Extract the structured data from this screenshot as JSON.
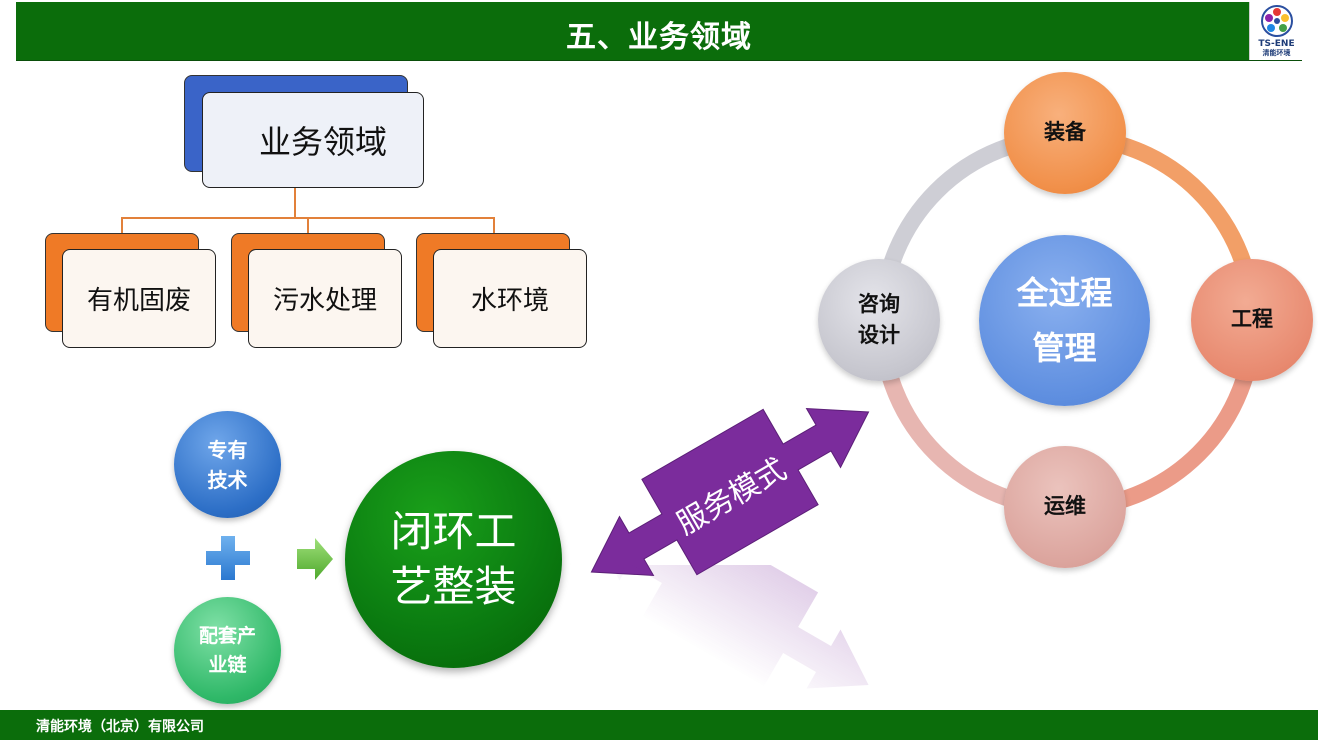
{
  "header": {
    "title": "五、业务领域"
  },
  "logo": {
    "text": "TS-ENE",
    "sub": "清能环境"
  },
  "org": {
    "root": "业务领域",
    "children": [
      "有机固废",
      "污水处理",
      "水环境"
    ]
  },
  "left": {
    "tech": "专有\n技术",
    "chain": "配套产\n业链",
    "center": "闭环工\n艺整装"
  },
  "service": {
    "label": "服务模式"
  },
  "cycle": {
    "center": "全过程\n管理",
    "top": "装备",
    "right": "工程",
    "bottom": "运维",
    "left": "咨询\n设计"
  },
  "footer": {
    "text": "清能环境（北京）有限公司"
  },
  "colors": {
    "header_green": "#0b6d0b",
    "orange": "#ef7a26",
    "blue": "#3f6fc4",
    "purple": "#7b2c9c",
    "dark_green": "#0a7a10"
  }
}
